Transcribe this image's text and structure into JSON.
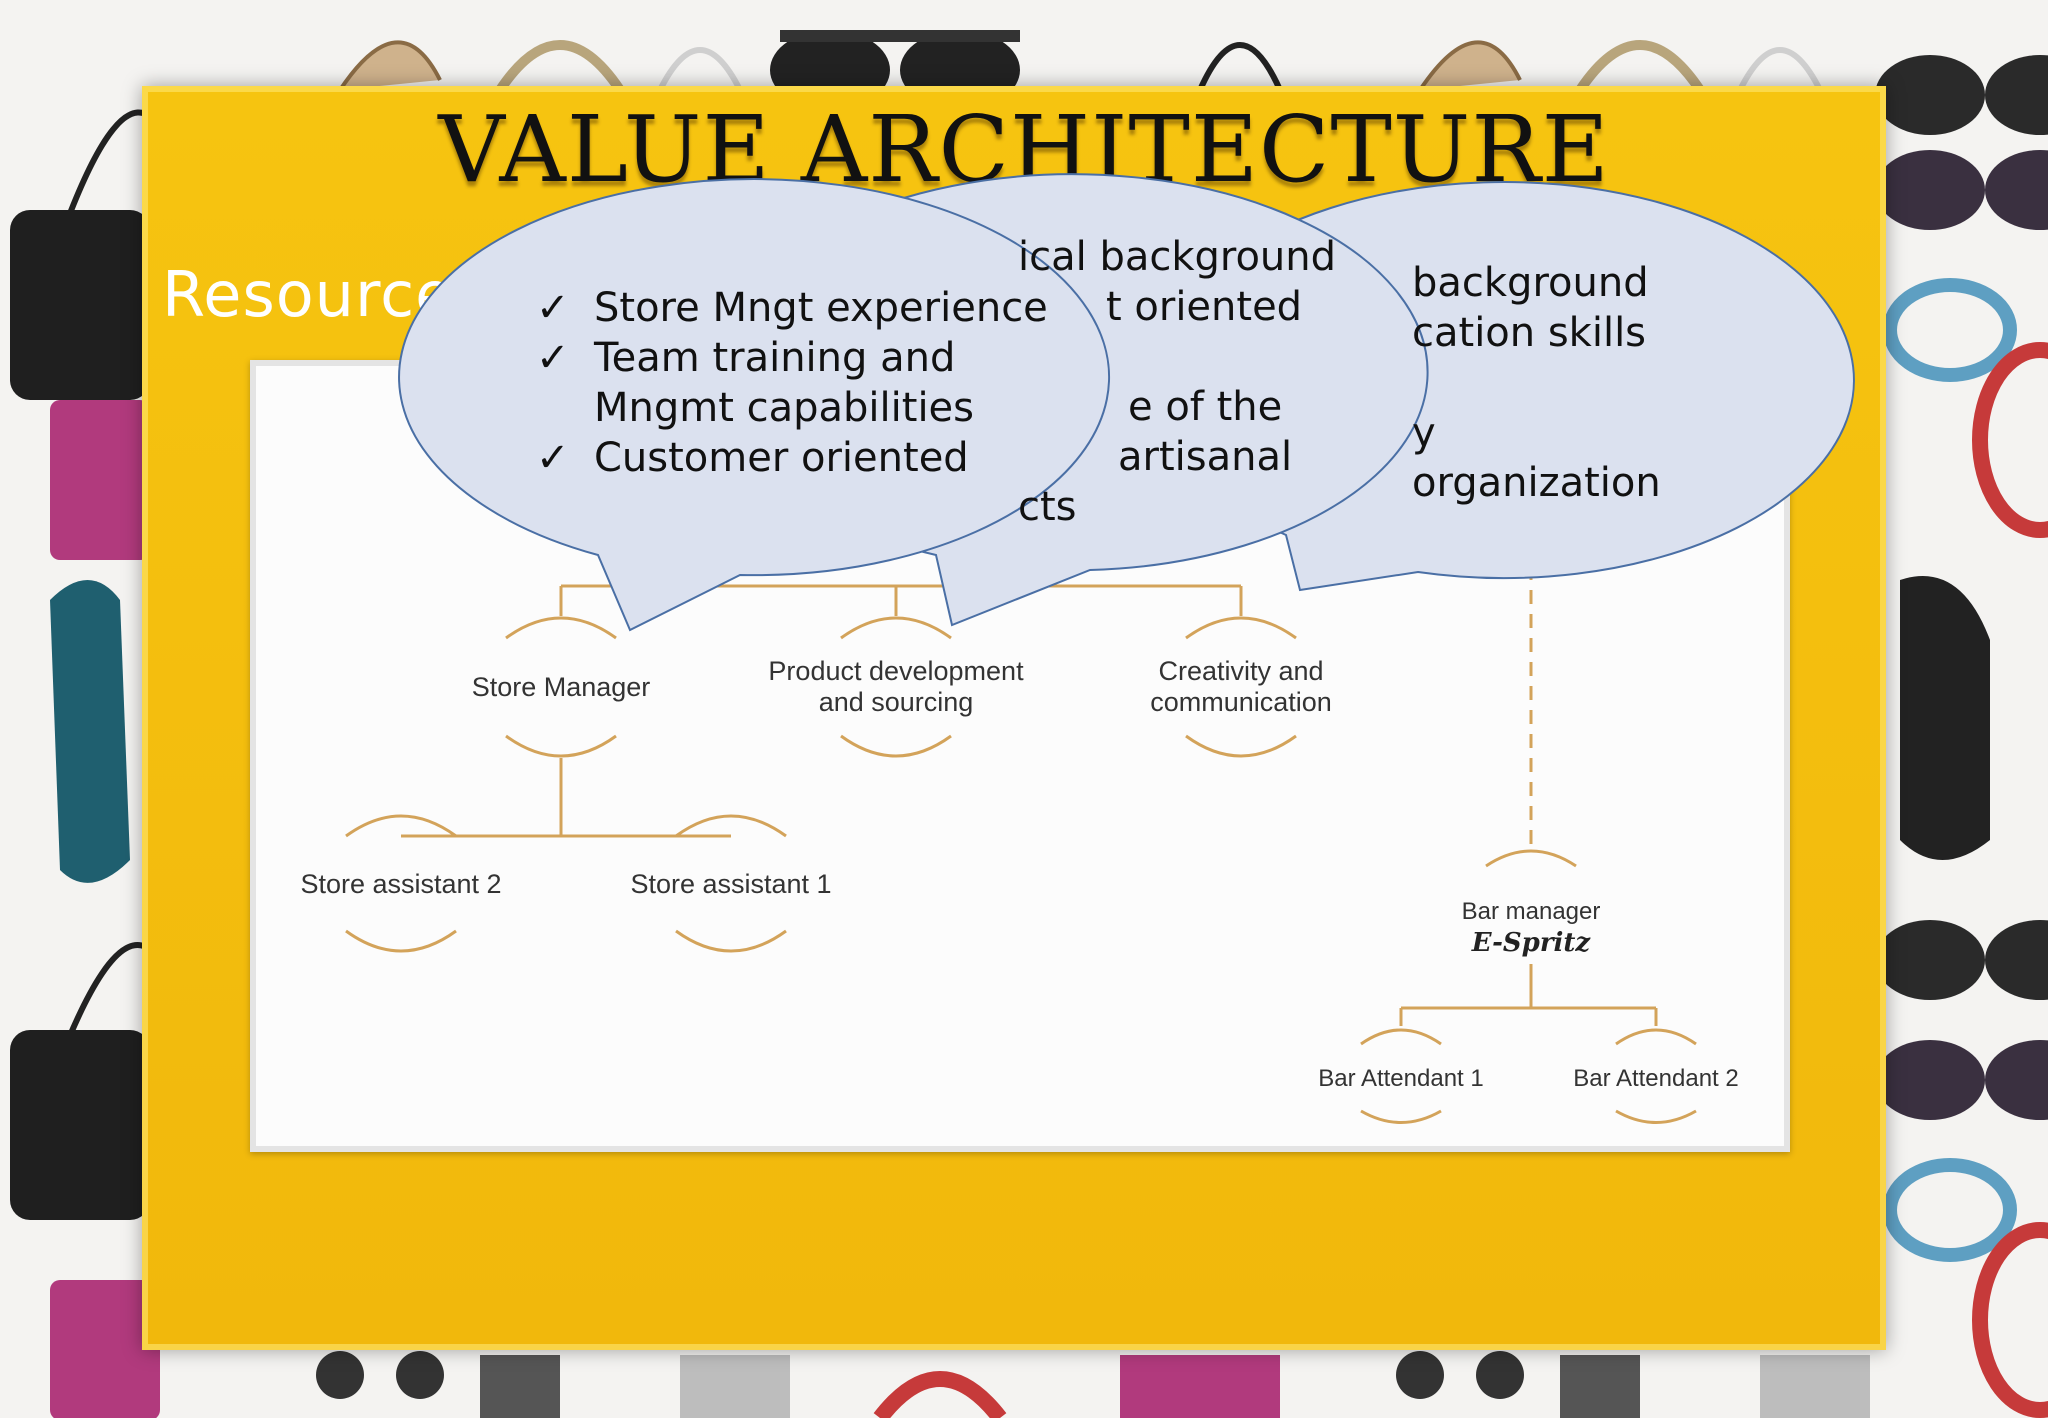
{
  "slide": {
    "title": "VALUE ARCHITECTURE",
    "subtitle": "Resource"
  },
  "colors": {
    "slide_background": "#f3bd0e",
    "bubble_fill": "#dbe1ef",
    "bubble_stroke": "#4a6fa5",
    "connector": "#d3a35a",
    "title_text": "#111111",
    "subtitle_text": "#ffffff"
  },
  "bubbles": {
    "front": {
      "checkmark": "✓",
      "items": [
        {
          "line1": "Store Mngt experience",
          "line2": ""
        },
        {
          "line1": "Team training and",
          "line2": "Mngmt capabilities"
        },
        {
          "line1": "Customer oriented",
          "line2": ""
        }
      ]
    },
    "middle": {
      "lines": [
        "ical background",
        "t oriented",
        "",
        "e of the",
        "artisanal",
        "cts"
      ]
    },
    "back": {
      "lines": [
        "background",
        "cation skills",
        "",
        "y",
        "organization"
      ]
    }
  },
  "org_chart": {
    "store_manager": "Store Manager",
    "product_dev_line1": "Product development",
    "product_dev_line2": "and sourcing",
    "creativity_line1": "Creativity and",
    "creativity_line2": "communication",
    "store_assistant_2": "Store assistant 2",
    "store_assistant_1": "Store assistant 1",
    "bar_manager": "Bar manager",
    "bar_brand": "E-Spritz",
    "bar_attendant_1": "Bar Attendant 1",
    "bar_attendant_2": "Bar Attendant 2"
  },
  "background_icons": [
    "handbag-icon",
    "sunglasses-icon",
    "necklace-icon",
    "bracelet-icon",
    "shoe-icon",
    "sandal-icon",
    "clutch-icon"
  ]
}
